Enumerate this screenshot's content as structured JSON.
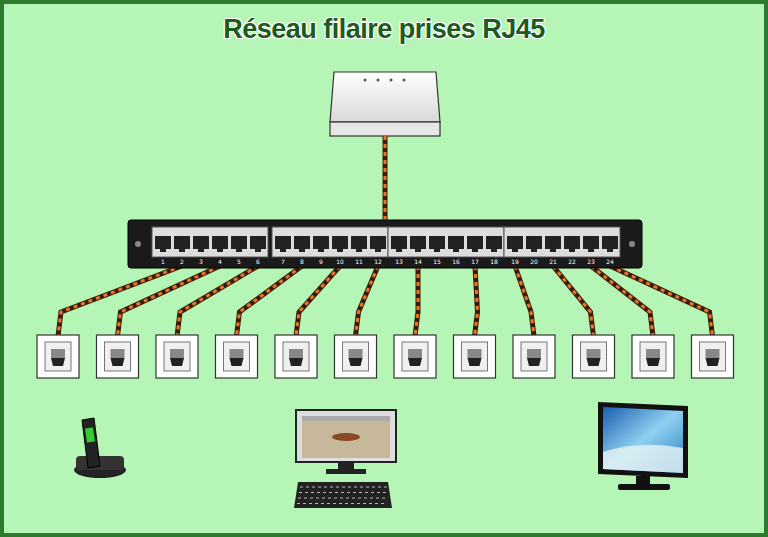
{
  "diagram": {
    "title": "Réseau filaire prises RJ45",
    "labels": [
      "1",
      "2",
      "3",
      "4",
      "5",
      "6",
      "7",
      "8",
      "9",
      "10",
      "11",
      "12",
      "13",
      "14",
      "15",
      "16",
      "17",
      "18",
      "19",
      "20",
      "21",
      "22",
      "23",
      "24"
    ]
  }
}
